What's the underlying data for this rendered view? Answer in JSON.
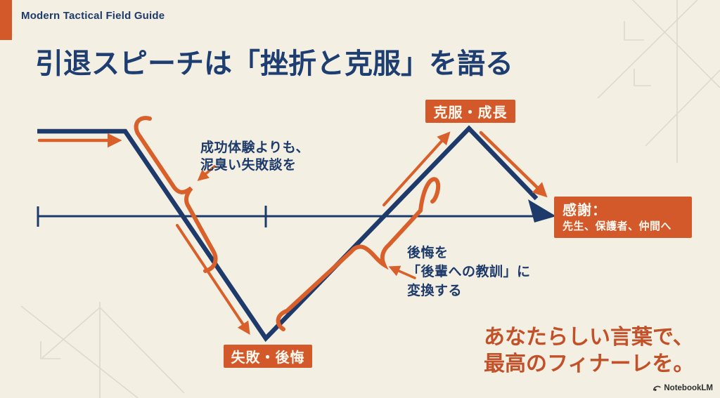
{
  "brand": "Modern Tactical Field Guide",
  "title": "引退スピーチは「挫折と克服」を語る",
  "diagram": {
    "badge_peak": "克服・成長",
    "badge_bottom": "失敗・後悔",
    "badge_end": {
      "line1": "感謝：",
      "line2": "先生、保護者、仲間へ"
    },
    "annotation_descent": {
      "line1": "成功体験よりも、",
      "line2": "泥臭い失敗談を"
    },
    "annotation_ascent": {
      "line1": "後悔を",
      "line2": "「後輩への教訓」に",
      "line3": "変換する"
    }
  },
  "tagline": {
    "line1": "あなたらしい言葉で、",
    "line2": "最高のフィナーレを。"
  },
  "logo": "NotebookLM",
  "colors": {
    "navy": "#1e3a6b",
    "orange_badge": "#d4592a",
    "orange_stroke": "#d95f2b",
    "background": "#f3f0e3",
    "tagline_text": "#c2512a"
  }
}
